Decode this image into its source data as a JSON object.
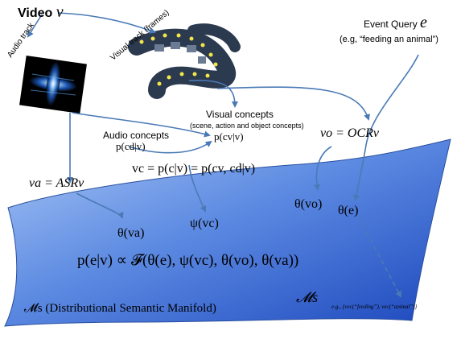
{
  "labels": {
    "video_word": "Video",
    "video_symbol": "v",
    "audio_track": "Audio track",
    "visual_track": "Visual track (frames)",
    "event_query": "Event Query",
    "event_query_symbol": "e",
    "event_example": "(e.g, “feeding an  animal”)",
    "visual_concepts": "Visual concepts",
    "visual_concepts_sub": "(scene, action and object concepts)",
    "audio_concepts": "Audio concepts",
    "p_cd_v": "p(cd|v)",
    "p_cv_v": "p(cv|v)",
    "vo_eq": "vo = OCRv",
    "vc_eq": "vc = p(c|v) = p(cv, cd|v)",
    "va_eq": "va = ASRv",
    "theta_vo": "θ(vo)",
    "theta_e": "θ(e)",
    "theta_va": "θ(va)",
    "psi_vc": "ψ(vc)",
    "main_formula": "p(e|v) ∝ 𝓕(θ(e), ψ(vc), θ(vo), θ(va))",
    "manifold_symbol": "𝓜s",
    "manifold_caption": "𝓜s (Distributional Semantic Manifold)",
    "example_vectors": "e.g., {vec(“feeding”), vec(“animal”)}"
  },
  "colors": {
    "arrow": "#4a7ab6",
    "manifold_light": "#8fb3ef",
    "manifold_dark": "#1f4ec4",
    "film": "#2b3a4f",
    "film_hole": "#f3e64a"
  }
}
